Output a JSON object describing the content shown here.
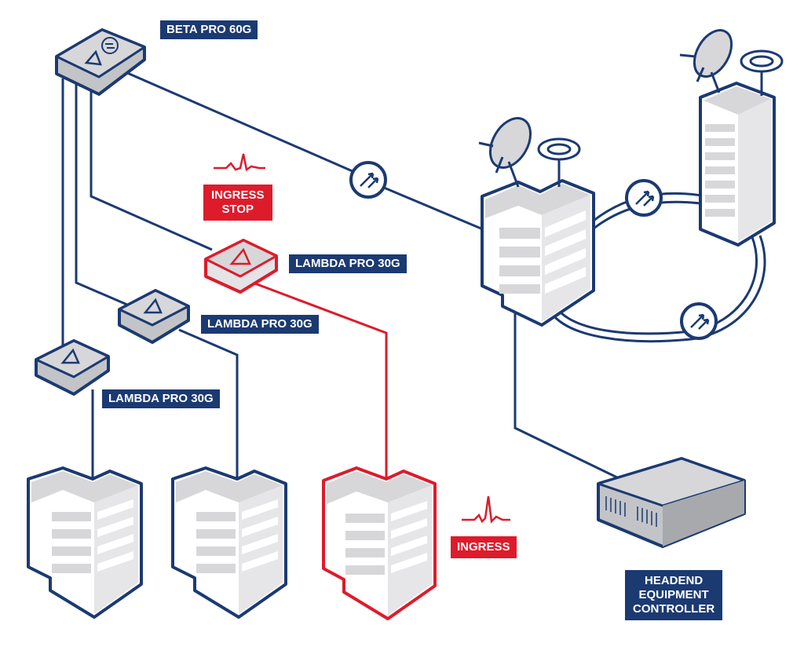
{
  "colors": {
    "navy": "#1b3a72",
    "red": "#de1b2b",
    "grey_top": "#d7d7d9",
    "grey_side": "#c3c4c7",
    "white": "#ffffff"
  },
  "labels": {
    "beta_amp": "BETA PRO 60G",
    "lambda_amp_1": "LAMBDA PRO 30G",
    "lambda_amp_2": "LAMBDA PRO 30G",
    "lambda_amp_3": "LAMBDA PRO 30G",
    "ingress_stop_1": "INGRESS",
    "ingress_stop_2": "STOP",
    "ingress": "INGRESS",
    "headend_1": "HEADEND",
    "headend_2": "EQUIPMENT",
    "headend_3": "CONTROLLER"
  },
  "icons": [
    "amplifier-icon",
    "fiber-node-icon",
    "satellite-dish-icon",
    "antenna-icon",
    "building-icon",
    "rack-server-icon",
    "ingress-signal-icon"
  ]
}
